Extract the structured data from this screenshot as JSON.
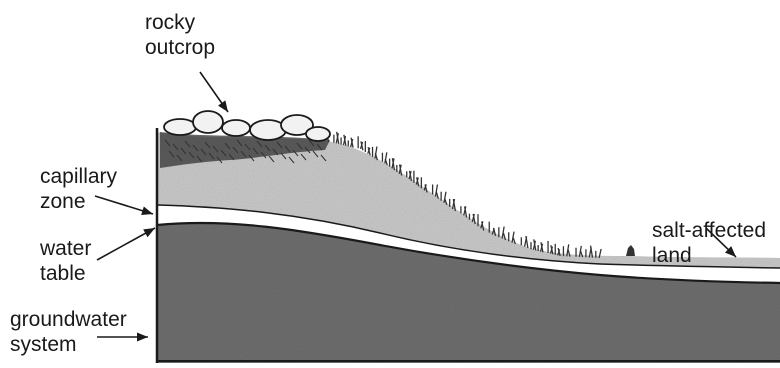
{
  "labels": {
    "rocky_outcrop": [
      "rocky",
      "outcrop"
    ],
    "capillary_zone": [
      "capillary",
      "zone"
    ],
    "water_table": [
      "water",
      "table"
    ],
    "groundwater_system": [
      "groundwater",
      "system"
    ],
    "salt_affected_land": [
      "salt-affected",
      "land"
    ]
  },
  "colors": {
    "groundwater": "#6e6e6e",
    "soil": "#c9c9c9",
    "capillary_band": "#ffffff",
    "outline": "#1a1a1a",
    "rocks": "#f2f2f2",
    "vegetation": "#333333"
  }
}
